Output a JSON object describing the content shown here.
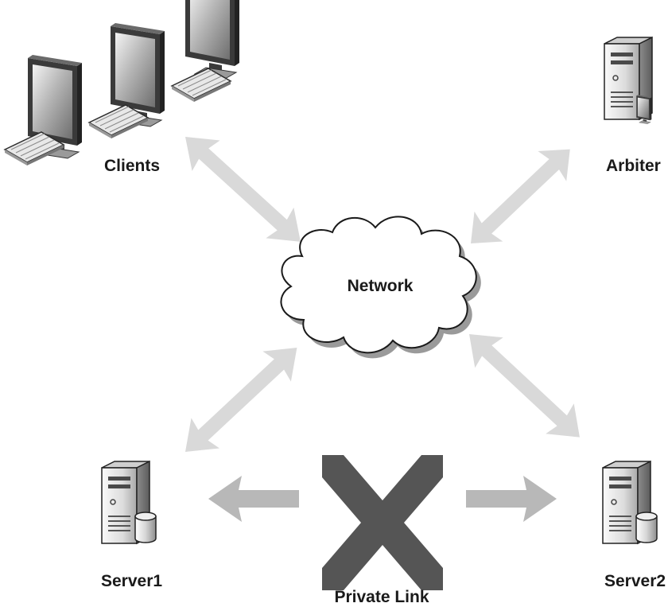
{
  "labels": {
    "clients": "Clients",
    "arbiter": "Arbiter",
    "network": "Network",
    "server1": "Server1",
    "server2": "Server2",
    "private_link": "Private Link"
  },
  "colors": {
    "arrow": "#d9d9d9",
    "arrow_dark": "#b8b8b8",
    "cross": "#555555",
    "text": "#1a1a1a"
  },
  "icons": [
    "monitor-icon",
    "keyboard-icon",
    "server-tower-icon",
    "database-icon",
    "cloud-icon",
    "cross-icon"
  ]
}
